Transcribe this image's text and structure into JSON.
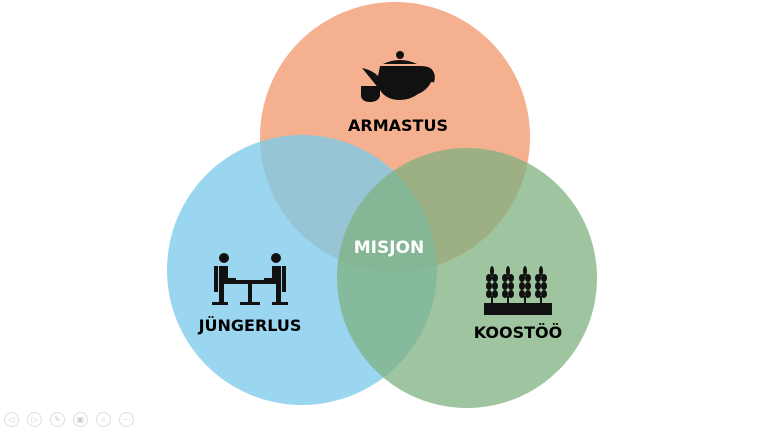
{
  "diagram": {
    "circles": [
      {
        "label": "ARMASTUS",
        "icon": "teapot-icon",
        "color": "#f5b08f"
      },
      {
        "label": "JÜNGERLUS",
        "icon": "people-at-table-icon",
        "color": "#7ecbeb"
      },
      {
        "label": "KOOSTÖÖ",
        "icon": "wheat-field-icon",
        "color": "#7fb080"
      }
    ],
    "center_label": "MISJON"
  },
  "controls": [
    {
      "name": "previous-slide-button",
      "glyph": "◁"
    },
    {
      "name": "next-slide-button",
      "glyph": "▷"
    },
    {
      "name": "pen-button",
      "glyph": "✎"
    },
    {
      "name": "slides-button",
      "glyph": "▣"
    },
    {
      "name": "zoom-button",
      "glyph": "⌕"
    },
    {
      "name": "more-button",
      "glyph": "⋯"
    }
  ]
}
